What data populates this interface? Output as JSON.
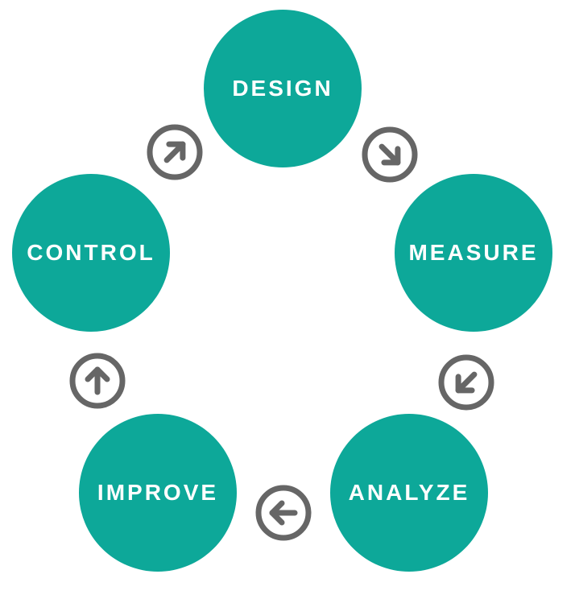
{
  "colors": {
    "node": "#0da899",
    "arrow": "#666666",
    "text": "#ffffff"
  },
  "cycle": {
    "stages": [
      {
        "id": "design",
        "label": "DESIGN"
      },
      {
        "id": "measure",
        "label": "MEASURE"
      },
      {
        "id": "analyze",
        "label": "ANALYZE"
      },
      {
        "id": "improve",
        "label": "IMPROVE"
      },
      {
        "id": "control",
        "label": "CONTROL"
      }
    ],
    "arrows": [
      {
        "from": "design",
        "to": "measure",
        "icon": "arrow-down-right-circle-icon"
      },
      {
        "from": "measure",
        "to": "analyze",
        "icon": "arrow-down-left-circle-icon"
      },
      {
        "from": "analyze",
        "to": "improve",
        "icon": "arrow-left-circle-icon"
      },
      {
        "from": "improve",
        "to": "control",
        "icon": "arrow-up-circle-icon"
      },
      {
        "from": "control",
        "to": "design",
        "icon": "arrow-up-right-circle-icon"
      }
    ]
  }
}
